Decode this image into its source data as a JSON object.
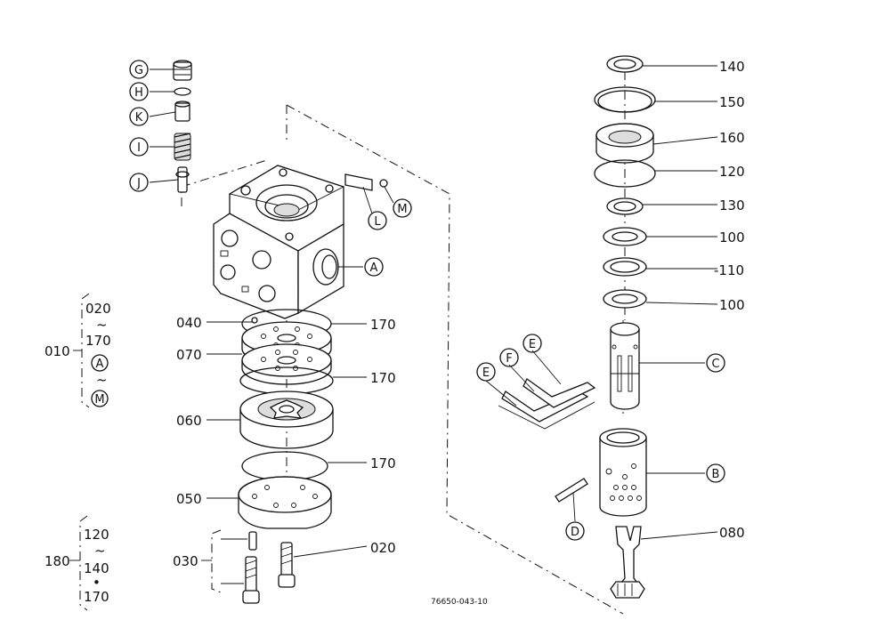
{
  "parts": {
    "p140": "140",
    "p150": "150",
    "p160": "160",
    "p120": "120",
    "p130": "130",
    "p100a": "100",
    "p110": "-110",
    "p100b": "100",
    "p170a": "170",
    "p170b": "170",
    "p170c": "170",
    "p040": "040",
    "p070": "070",
    "p060": "060",
    "p050": "050",
    "p030": "030",
    "p020": "020",
    "p080": "080"
  },
  "callouts": {
    "G": "G",
    "H": "H",
    "K": "K",
    "I": "I",
    "J": "J",
    "L": "L",
    "M": "M",
    "A": "A",
    "C": "C",
    "B": "B",
    "D": "D",
    "E1": "E",
    "E2": "E",
    "F": "F"
  },
  "assembly_010": {
    "code": "010",
    "items": [
      "020",
      "~",
      "170",
      "A",
      "~",
      "M"
    ]
  },
  "assembly_180": {
    "code": "180",
    "items": [
      "120",
      "~",
      "140",
      "•",
      "170"
    ]
  },
  "figure_number": "76650-043-10"
}
